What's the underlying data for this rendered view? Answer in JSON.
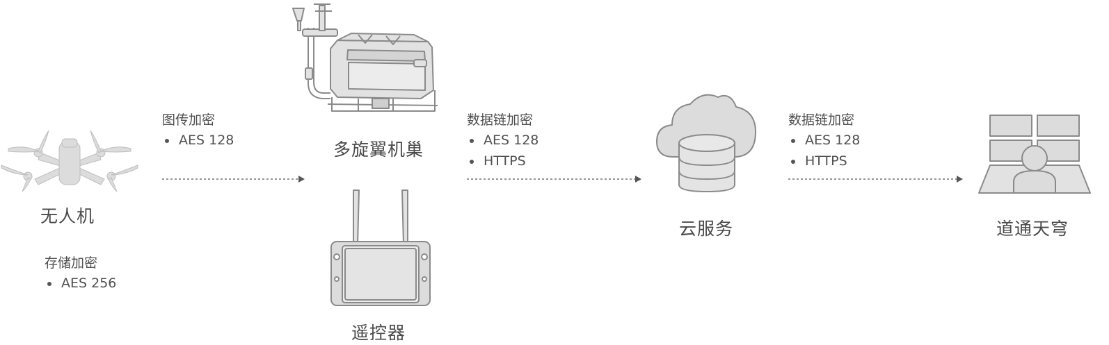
{
  "nodes": {
    "drone": {
      "label": "无人机"
    },
    "dock": {
      "label": "多旋翼机巢"
    },
    "remote": {
      "label": "遥控器"
    },
    "cloud": {
      "label": "云服务"
    },
    "platform": {
      "label": "道通天穹"
    }
  },
  "encryption": {
    "storage": {
      "title": "存储加密",
      "items": [
        "AES 256"
      ]
    },
    "image_link": {
      "title": "图传加密",
      "items": [
        "AES 128"
      ]
    },
    "data_link_1": {
      "title": "数据链加密",
      "items": [
        "AES 128",
        "HTTPS"
      ]
    },
    "data_link_2": {
      "title": "数据链加密",
      "items": [
        "AES 128",
        "HTTPS"
      ]
    }
  },
  "colors": {
    "icon_fill": "#dcdcdc",
    "icon_stroke": "#8a8a8a",
    "text": "#4f4f4f",
    "arrow": "#555555"
  }
}
